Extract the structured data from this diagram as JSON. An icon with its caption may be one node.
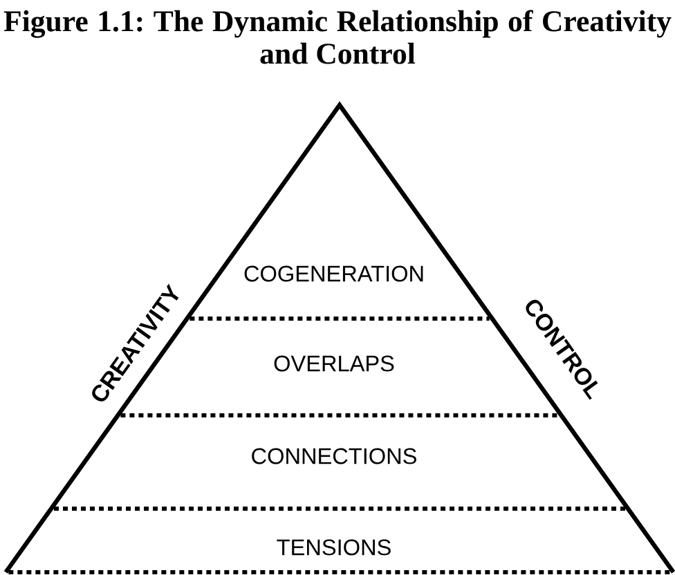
{
  "diagram": {
    "title": "Figure 1.1: The Dynamic Relationship of Creativity and Control",
    "nodes": [
      {
        "text": [],
        "shape": "triangle"
      },
      {
        "text": [
          "COGENERATION"
        ],
        "in": 0
      },
      {
        "text": [
          "OVERLAPS"
        ],
        "in": 0
      },
      {
        "text": [
          "CONNECTIONS"
        ],
        "in": 0
      },
      {
        "text": [
          "TENSIONS"
        ],
        "in": 0
      }
    ],
    "labels": [
      "CREATIVITY",
      "CONTROL"
    ]
  }
}
